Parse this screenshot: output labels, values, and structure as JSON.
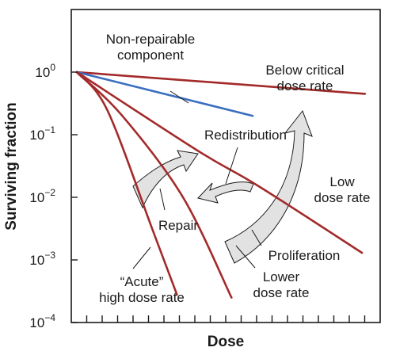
{
  "chart_data": {
    "type": "line",
    "xlabel": "Dose",
    "ylabel": "Surviving fraction",
    "y_scale": "log",
    "y_ticks": [
      {
        "value": 1,
        "base": "10",
        "exp": "0"
      },
      {
        "value": 0.1,
        "base": "10",
        "exp": "−1"
      },
      {
        "value": 0.01,
        "base": "10",
        "exp": "−2"
      },
      {
        "value": 0.001,
        "base": "10",
        "exp": "−3"
      },
      {
        "value": 0.0001,
        "base": "10",
        "exp": "−4"
      }
    ],
    "ylim": [
      0.0001,
      10
    ],
    "xlim": [
      0,
      10
    ],
    "x_tick_count": 20,
    "grid": false,
    "series": [
      {
        "key": "below-critical",
        "color": "#a32a2a",
        "x": [
          0,
          9.5
        ],
        "y": [
          1.0,
          0.45
        ]
      },
      {
        "key": "non-repairable",
        "color": "#3a6fbf",
        "x": [
          0,
          5.8
        ],
        "y": [
          1.0,
          0.2
        ]
      },
      {
        "key": "low-dose-rate",
        "color": "#a32a2a",
        "x": [
          0,
          4,
          6,
          9.4
        ],
        "y": [
          1.0,
          0.055,
          0.015,
          0.0013
        ]
      },
      {
        "key": "lower-dose-rate",
        "color": "#a32a2a",
        "x": [
          0,
          1.5,
          3.5,
          5.1
        ],
        "y": [
          1.0,
          0.2,
          0.01,
          0.00025
        ]
      },
      {
        "key": "acute",
        "color": "#a32a2a",
        "x": [
          0,
          1.0,
          2.5,
          3.3
        ],
        "y": [
          1.0,
          0.25,
          0.003,
          0.00028
        ]
      }
    ],
    "annotations": [
      {
        "key": "non-repairable",
        "lines": [
          "Non-repairable",
          "component"
        ]
      },
      {
        "key": "below-critical",
        "lines": [
          "Below critical",
          "dose rate"
        ]
      },
      {
        "key": "redistribution",
        "lines": [
          "Redistribution"
        ]
      },
      {
        "key": "low-dose-rate",
        "lines": [
          "Low",
          "dose rate"
        ]
      },
      {
        "key": "repair",
        "lines": [
          "Repair"
        ]
      },
      {
        "key": "proliferation",
        "lines": [
          "Proliferation"
        ]
      },
      {
        "key": "lower-dose-rate",
        "lines": [
          "Lower",
          "dose rate"
        ]
      },
      {
        "key": "acute",
        "lines": [
          "“Acute”",
          "high dose rate"
        ]
      }
    ]
  }
}
